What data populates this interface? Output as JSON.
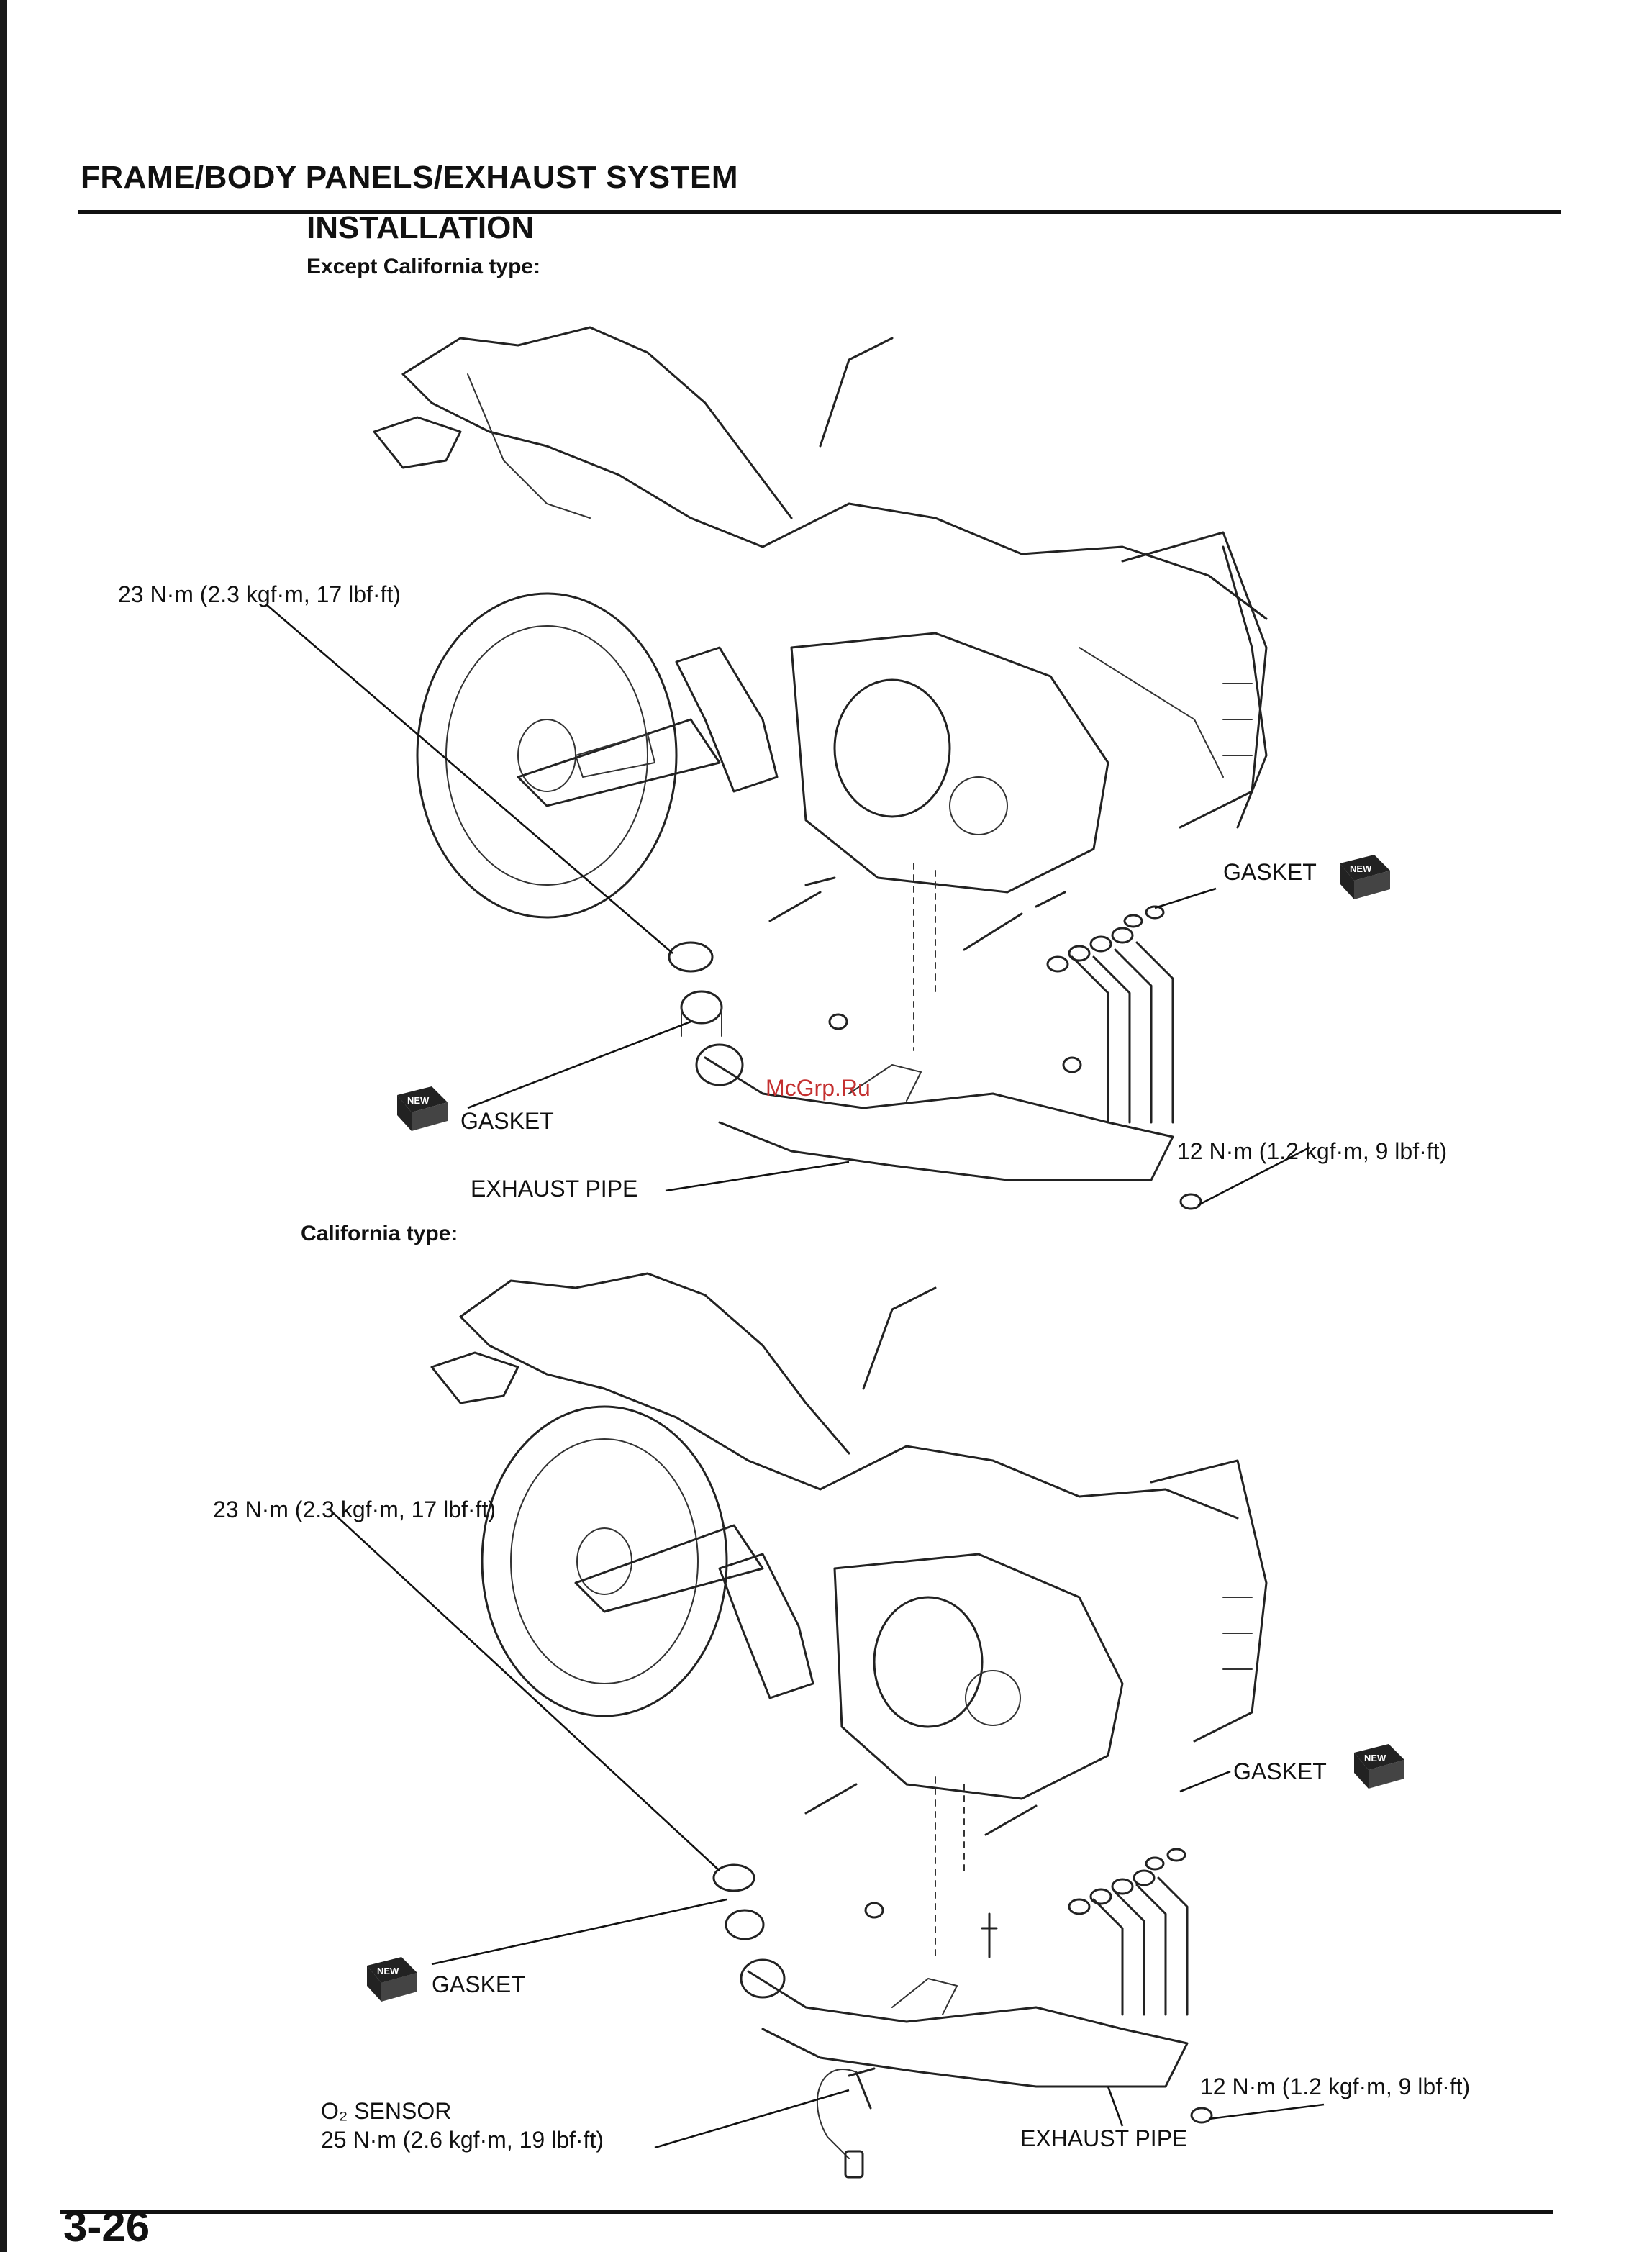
{
  "header": {
    "section_title": "FRAME/BODY PANELS/EXHAUST SYSTEM",
    "subsection_title": "INSTALLATION"
  },
  "figure_top": {
    "caption": "Except California type:",
    "labels": {
      "torque_clamp": "23 N·m (2.3 kgf·m, 17 lbf·ft)",
      "gasket_right": "GASKET",
      "gasket_left": "GASKET",
      "torque_nut": "12 N·m (1.2 kgf·m, 9 lbf·ft)",
      "exhaust_pipe": "EXHAUST PIPE"
    }
  },
  "figure_bottom": {
    "caption": "California type:",
    "labels": {
      "torque_clamp": "23 N·m (2.3 kgf·m, 17 lbf·ft)",
      "gasket_right": "GASKET",
      "gasket_left": "GASKET",
      "torque_nut": "12 N·m (1.2 kgf·m, 9 lbf·ft)",
      "o2_sensor_name": "O₂ SENSOR",
      "o2_sensor_torque": "25 N·m (2.6 kgf·m, 19 lbf·ft)",
      "exhaust_pipe": "EXHAUST PIPE"
    }
  },
  "new_badge_text": "NEW",
  "watermark": "McGrp.Ru",
  "footer": {
    "page_number": "3-26"
  }
}
